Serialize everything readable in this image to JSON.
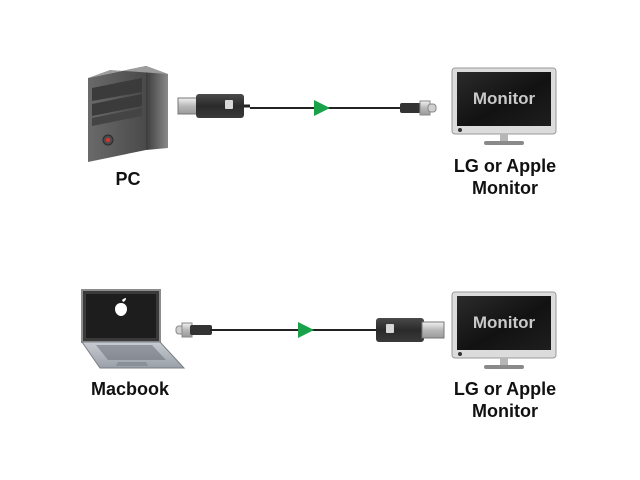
{
  "row1": {
    "source_label": "PC",
    "monitor_screen_text": "Monitor",
    "monitor_label_line1": "LG or Apple",
    "monitor_label_line2": "Monitor"
  },
  "row2": {
    "source_label": "Macbook",
    "monitor_screen_text": "Monitor",
    "monitor_label_line1": "LG or Apple",
    "monitor_label_line2": "Monitor"
  },
  "icons": {
    "source_row1": "desktop-tower-icon",
    "source_row2": "laptop-icon",
    "plug_displayport": "displayport-plug-icon",
    "plug_usbc": "usb-c-plug-icon",
    "direction": "arrow-right-icon"
  },
  "colors": {
    "arrow": "#1aa24a",
    "cable": "#222222",
    "plug_body": "#3a3a3a",
    "screen": "#1c1c1c"
  }
}
